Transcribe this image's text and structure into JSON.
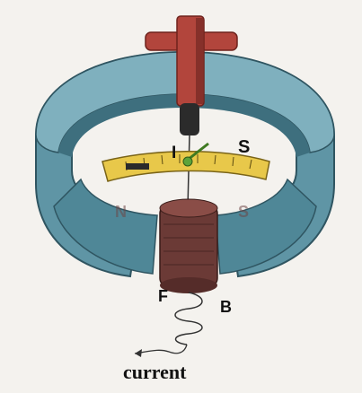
{
  "labels": {
    "pointer_pivot": "I",
    "scale_end": "S",
    "pole_left": "N",
    "pole_right": "S",
    "frame": "F",
    "brush": "B",
    "caption": "current"
  },
  "colors": {
    "magnet": "#5f95a5",
    "magnet_dark": "#3e6f7e",
    "clamp": "#b2453c",
    "scale": "#e8c84a",
    "coil": "#6b3a36",
    "pointer": "#5ca33a"
  }
}
